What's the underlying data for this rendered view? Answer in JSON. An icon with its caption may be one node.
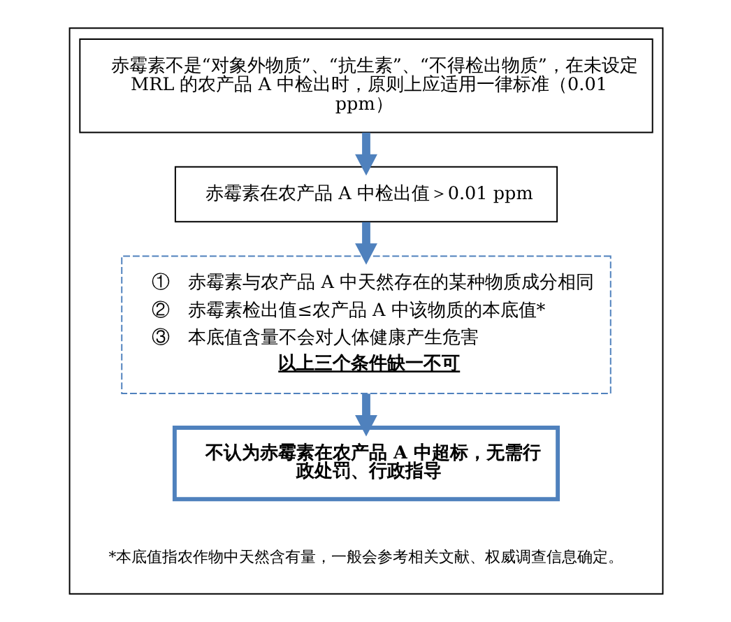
{
  "diagram": {
    "nodes": [
      {
        "text": [],
        "shape": "box"
      },
      {
        "text": [
          "赤霉素不是“对象外物质”、“抗生素”、“不得检出物质”，在未设定 MRL 的农产品 A 中检出时，原则上应适用一律标准（0.01 ppm）"
        ],
        "in": 0
      },
      {
        "text": [
          "赤霉素在农产品 A 中检出值＞0.01 ppm"
        ],
        "in": 0
      },
      {
        "text": [
          "①　赤霉素与农产品 A 中天然存在的某种物质成分相同",
          "②　赤霉素检出值≤农产品 A 中该物质的本底值*",
          "③　本底值含量不会对人体健康产生危害",
          "以上三个条件缺一不可"
        ],
        "in": 0
      },
      {
        "text": [
          "不认为赤霉素在农产品 A 中超标，无需行政处罚、行政指导"
        ],
        "in": 0
      }
    ],
    "edges": [
      {
        "from": 1,
        "to": 2,
        "arrow": "to"
      },
      {
        "from": 2,
        "to": 3,
        "arrow": "to"
      },
      {
        "from": 3,
        "to": 4,
        "arrow": "to"
      }
    ],
    "labels": [
      "*本底值指农作物中天然含有量，一般会参考相关文献、权威调查信息确定。"
    ]
  }
}
